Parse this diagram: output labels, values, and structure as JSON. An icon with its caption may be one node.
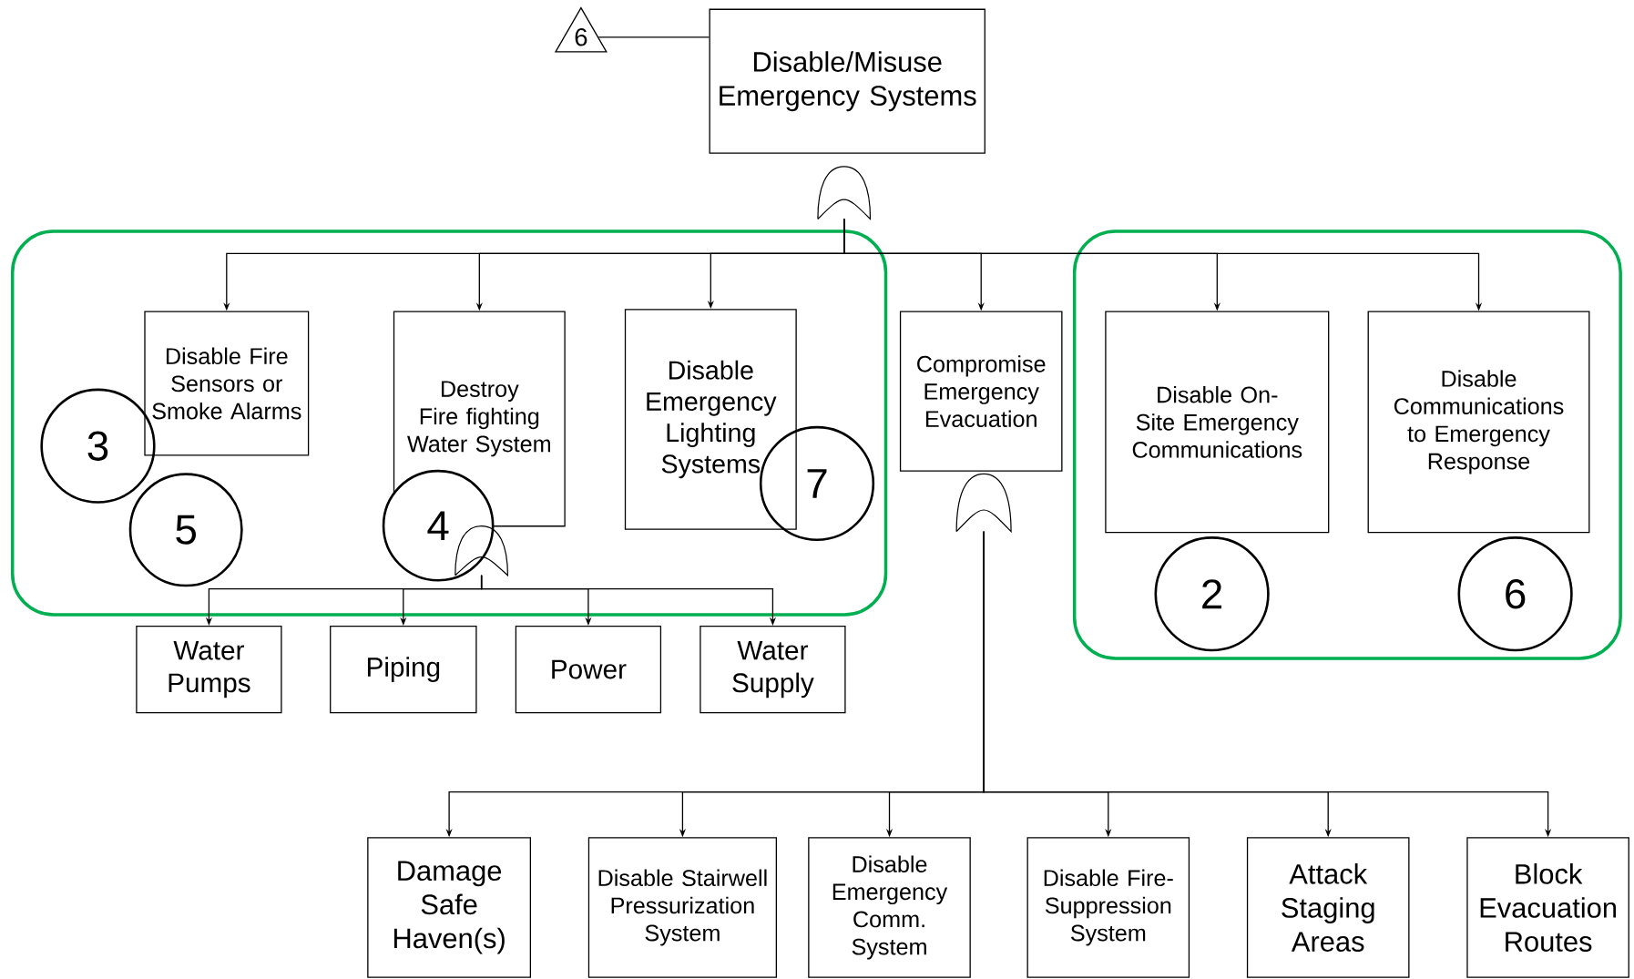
{
  "diagram": {
    "nodes": [
      {
        "text": [
          "6"
        ]
      },
      {
        "text": [
          "Disable/Misuse Emergency Systems"
        ]
      },
      {
        "text": [],
        "shape": "gate"
      },
      {
        "text": [],
        "shape": "box"
      },
      {
        "text": [
          "Disable Fire Sensors or Smoke Alarms"
        ],
        "in": 3
      },
      {
        "text": [
          "Destroy Fire fighting Water System"
        ],
        "in": 3
      },
      {
        "text": [
          "Disable Emergency Lighting Systems"
        ],
        "in": 3
      },
      {
        "text": [
          "Compromise Emergency Evacuation"
        ]
      },
      {
        "text": [],
        "shape": "box"
      },
      {
        "text": [
          "Disable On-Site Emergency Communications"
        ],
        "in": 8
      },
      {
        "text": [
          "Disable Communications to Emergency Response"
        ],
        "in": 8
      },
      {
        "text": [
          "3"
        ],
        "in": 3
      },
      {
        "text": [
          "7"
        ],
        "in": 3
      },
      {
        "text": [
          "5"
        ],
        "in": 3
      },
      {
        "text": [],
        "shape": "gate",
        "in": 3
      },
      {
        "text": [
          "4"
        ],
        "in": 3
      },
      {
        "text": [],
        "shape": "gate"
      },
      {
        "text": [
          "2"
        ],
        "in": 8
      },
      {
        "text": [
          "6"
        ],
        "in": 8
      },
      {
        "text": [
          "Water Pumps"
        ]
      },
      {
        "text": [
          "Piping"
        ]
      },
      {
        "text": [
          "Power"
        ]
      },
      {
        "text": [
          "Water Supply"
        ]
      },
      {
        "text": [
          "Damage Safe Haven(s)"
        ]
      },
      {
        "text": [
          "Disable Stairwell Pressurization System"
        ]
      },
      {
        "text": [
          "Disable Emergency Comm. System"
        ]
      },
      {
        "text": [
          "Disable Fire-Suppression System"
        ]
      },
      {
        "text": [
          "Attack Staging Areas"
        ]
      },
      {
        "text": [
          "Block Evacuation Routes"
        ]
      }
    ],
    "edges": [
      {
        "from": 0,
        "to": 1,
        "arrow": "none"
      },
      {
        "from": 2,
        "to": 4,
        "arrow": "to"
      },
      {
        "from": 2,
        "to": 5,
        "arrow": "to"
      },
      {
        "from": 2,
        "to": 6,
        "arrow": "to"
      },
      {
        "from": 2,
        "to": 7,
        "arrow": "to"
      },
      {
        "from": 2,
        "to": 9,
        "arrow": "to"
      },
      {
        "from": 2,
        "to": 10,
        "arrow": "to"
      },
      {
        "from": 14,
        "to": 19,
        "arrow": "to"
      },
      {
        "from": 14,
        "to": 20,
        "arrow": "to"
      },
      {
        "from": 14,
        "to": 21,
        "arrow": "to"
      },
      {
        "from": 14,
        "to": 22,
        "arrow": "to"
      },
      {
        "from": 16,
        "to": 23,
        "arrow": "to"
      },
      {
        "from": 16,
        "to": 24,
        "arrow": "to"
      },
      {
        "from": 16,
        "to": 25,
        "arrow": "to"
      },
      {
        "from": 16,
        "to": 26,
        "arrow": "to"
      },
      {
        "from": 16,
        "to": 27,
        "arrow": "to"
      },
      {
        "from": 16,
        "to": 28,
        "arrow": "to"
      }
    ]
  }
}
